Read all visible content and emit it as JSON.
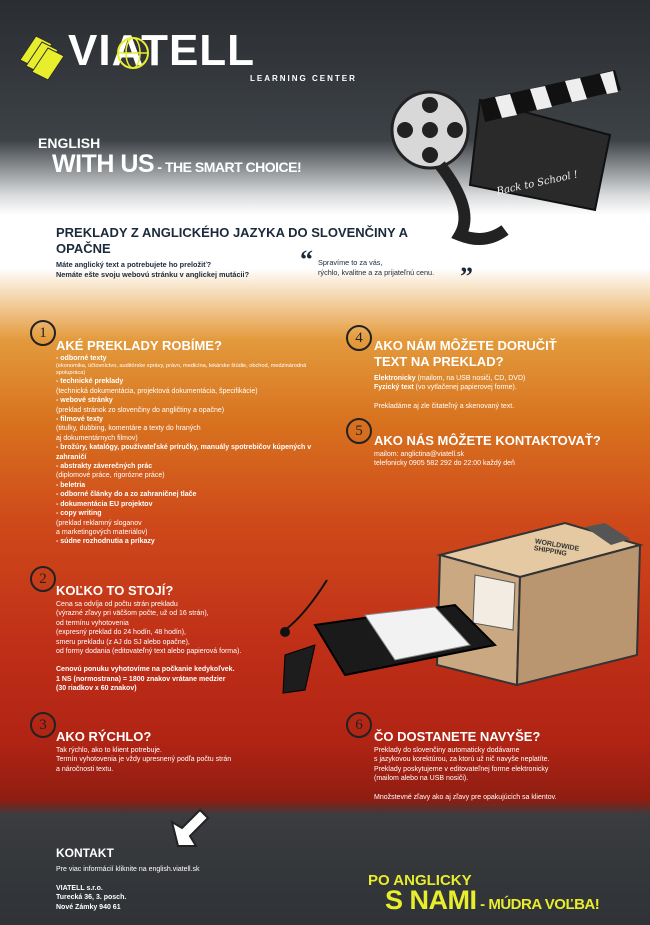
{
  "brand": {
    "logo_text": "VIATELL",
    "sub": "LEARNING CENTER",
    "tagline_line1": "ENGLISH",
    "tagline_big": "WITH US",
    "tagline_rest": " - THE SMART CHOICE!",
    "clapper_text": "Back to School !"
  },
  "intro": {
    "title": "PREKLADY Z ANGLICKÉHO JAZYKA DO SLOVENČINY A OPAČNE",
    "text_l1": "Máte anglický text a potrebujete ho preložiť?",
    "text_l2": "Nemáte ešte svoju webovú stránku v anglickej mutácii?",
    "quote_l1": "Spravíme to za vás,",
    "quote_l2": "rýchlo, kvalitne a za prijateľnú cenu."
  },
  "section1": {
    "num": "1",
    "title": "AKÉ PREKLADY ROBÍME?",
    "lines": [
      {
        "t": "-  odborné texty",
        "b": true
      },
      {
        "t": "(ekonomika, účtovníctvo, auditórske správy, právo, medicína, lekárske štúdie, obchod, medzinárodná spolupráca)",
        "b": false,
        "tiny": true
      },
      {
        "t": "- technické preklady",
        "b": true
      },
      {
        "t": "(technická dokumentácia, projektová dokumentácia, špecifikácie)",
        "b": false
      },
      {
        "t": "- webové stránky",
        "b": true
      },
      {
        "t": "(preklad stránok zo slovenčiny do angličtiny a opačne)",
        "b": false
      },
      {
        "t": "- filmové texty",
        "b": true
      },
      {
        "t": "(titulky, dubbing, komentáre a texty do hraných",
        "b": false
      },
      {
        "t": "aj dokumentárnych filmov)",
        "b": false
      },
      {
        "t": "- brožúry, katalógy, používateľské príručky, manuály spotrebičov kúpených v zahraničí",
        "b": true
      },
      {
        "t": "- abstrakty záverečných prác",
        "b": true
      },
      {
        "t": "(diplomové práce, rigorózne práce)",
        "b": false
      },
      {
        "t": "- beletria",
        "b": true
      },
      {
        "t": "- odborné články do a zo zahraničnej tlače",
        "b": true
      },
      {
        "t": "- dokumentácia EU projektov",
        "b": true
      },
      {
        "t": "- copy writing",
        "b": true
      },
      {
        "t": "(preklad reklamný sloganov",
        "b": false
      },
      {
        "t": "a marketingových materiálov)",
        "b": false
      },
      {
        "t": "- súdne rozhodnutia a príkazy",
        "b": true
      }
    ]
  },
  "section2": {
    "num": "2",
    "title": "KOĽKO TO STOJÍ?",
    "lines": [
      "Cena sa odvíja od počtu strán prekladu",
      "(výrazné zľavy pri väčšom počte, už od 16 strán),",
      "od termínu vyhotovenia",
      "(expresný preklad do 24 hodín, 48 hodín),",
      "smeru prekladu (z AJ do SJ alebo opačne),",
      "od formy dodania (editovateľný text alebo papierová forma)."
    ],
    "bold_lines": [
      "Cenovú ponuku vyhotovíme na počkanie kedykoľvek.",
      "1 NS (normostrana) = 1800 znakov vrátane medzier",
      "(30 riadkov x 60 znakov)"
    ]
  },
  "section3": {
    "num": "3",
    "title": "AKO RÝCHLO?",
    "lines": [
      "Tak rýchlo, ako to klient potrebuje.",
      "Termín vyhotovenia je vždy upresnený podľa počtu strán",
      "a náročnosti textu."
    ]
  },
  "section4": {
    "num": "4",
    "title_l1": "AKO NÁM MÔŽETE DORUČIŤ",
    "title_l2": "TEXT NA PREKLAD?",
    "line1_b": "Elektronicky",
    "line1": " (mailom, na USB nosiči, CD, DVD)",
    "line2_b": "Fyzický text",
    "line2": " (vo vytlačenej papierovej forme).",
    "line3": "Prekladáme aj zle čitateľný a skenovaný text."
  },
  "section5": {
    "num": "5",
    "title": "AKO NÁS MÔŽETE KONTAKTOVAŤ?",
    "line1": "mailom: anglictina@viatell.sk",
    "line2": "telefonicky  0905 582 292 do 22:00 každý deň"
  },
  "section6": {
    "num": "6",
    "title": "ČO DOSTANETE NAVYŠE?",
    "lines": [
      "Preklady do slovenčiny automaticky dodávame",
      "s jazykovou korektúrou, za ktorú už nič navyše neplatíte.",
      "Preklady poskytujeme v editovateľnej forme elektronicky",
      "(mailom alebo na USB nosiči)."
    ],
    "last": "Množstevné zľavy ako aj zľavy pre opakujúcich sa klientov."
  },
  "box": {
    "label_l1": "WORLDWIDE",
    "label_l2": "SHIPPING"
  },
  "contact": {
    "title": "KONTAKT",
    "info": "Pre viac informácií kliknite na english.viatell.sk",
    "addr1": "VIATELL s.r.o.",
    "addr2": "Turecká 36, 3. posch.",
    "addr3": "Nové Zámky 940 61"
  },
  "slogan": {
    "l1": "PO ANGLICKY",
    "big": "S NAMI",
    "rest": " - MÚDRA VOĽBA!"
  },
  "colors": {
    "accent_yellow": "#e8ee2c",
    "dark_navy": "#1b2a3a",
    "orange": "#d8731f",
    "red": "#b12414"
  }
}
